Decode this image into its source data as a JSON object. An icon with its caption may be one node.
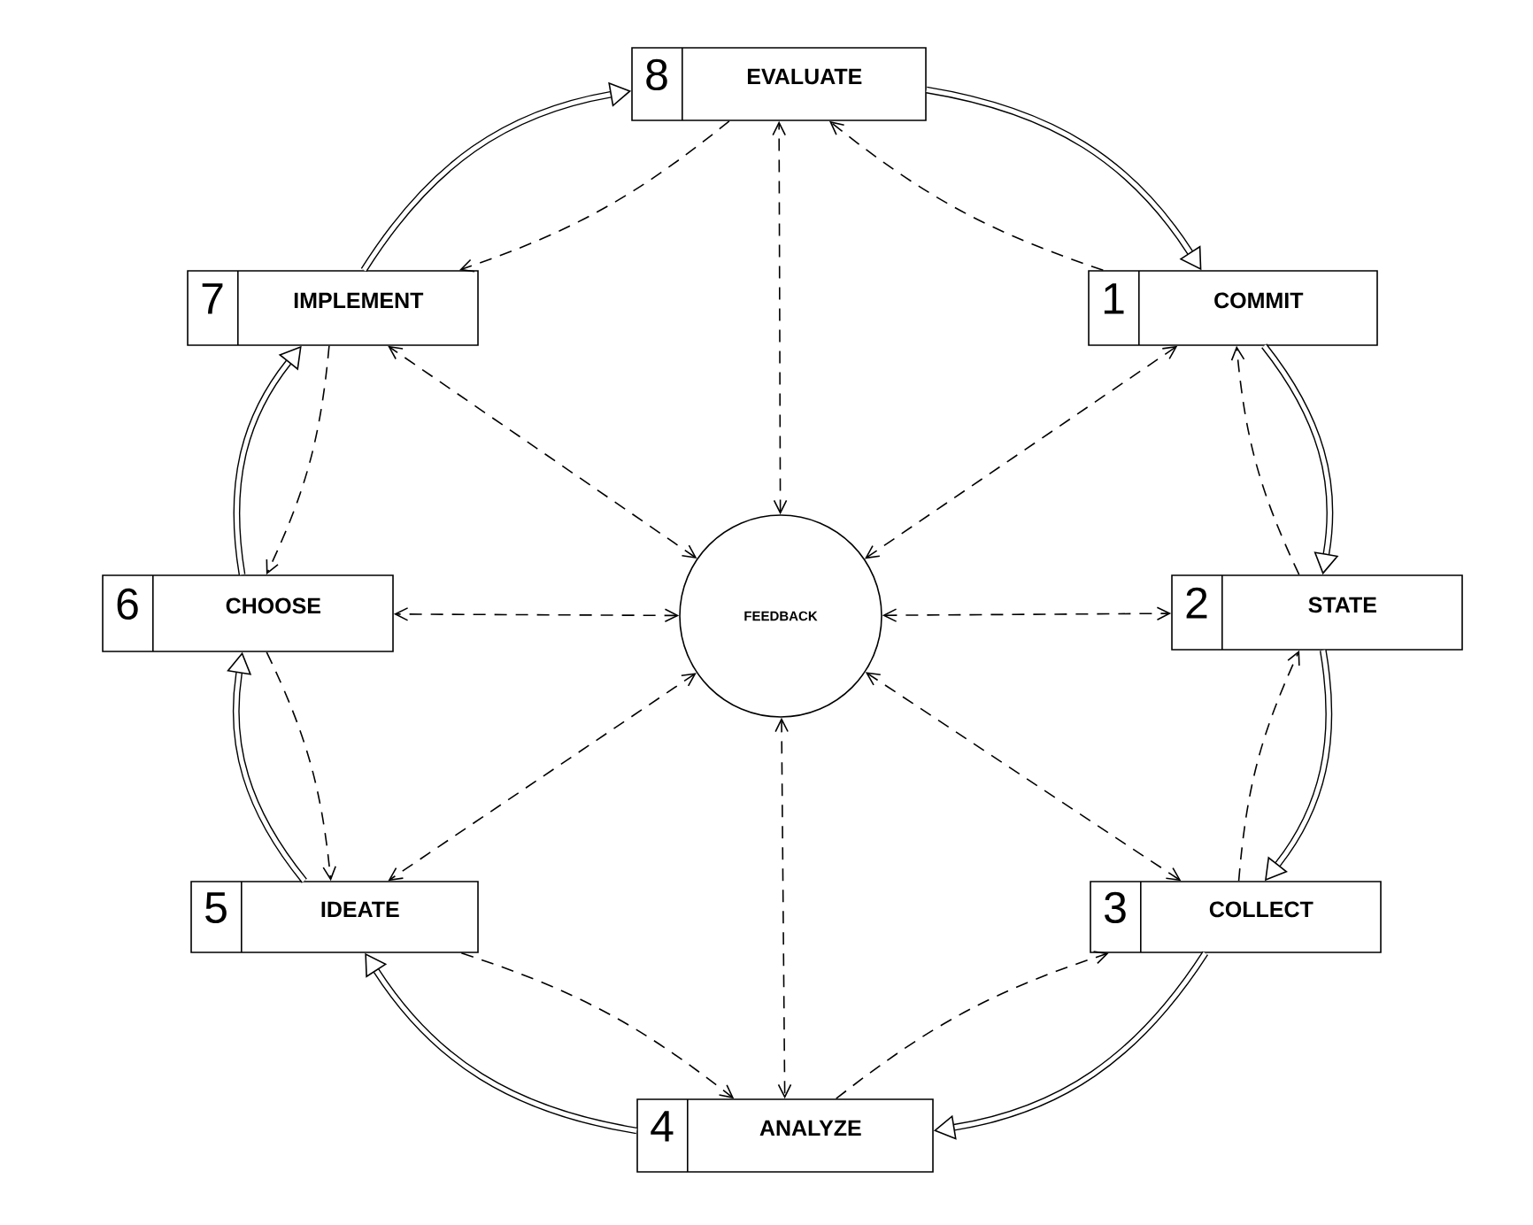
{
  "diagram": {
    "nodes": [
      {
        "text": [
          "1",
          "COMMIT"
        ]
      },
      {
        "text": [
          "2",
          "STATE"
        ]
      },
      {
        "text": [
          "3",
          "COLLECT"
        ]
      },
      {
        "text": [
          "4",
          "ANALYZE"
        ]
      },
      {
        "text": [
          "5",
          "IDEATE"
        ]
      },
      {
        "text": [
          "6",
          "CHOOSE"
        ]
      },
      {
        "text": [
          "7",
          "IMPLEMENT"
        ]
      },
      {
        "text": [
          "8",
          "EVALUATE"
        ]
      },
      {
        "text": [
          "FEEDBACK"
        ]
      }
    ],
    "edges": [
      {
        "from": 7,
        "to": 0,
        "arrow": "to",
        "style": "thick"
      },
      {
        "from": 0,
        "to": 1,
        "arrow": "to",
        "style": "thick"
      },
      {
        "from": 1,
        "to": 2,
        "arrow": "to",
        "style": "thick"
      },
      {
        "from": 2,
        "to": 3,
        "arrow": "to",
        "style": "thick"
      },
      {
        "from": 3,
        "to": 4,
        "arrow": "to",
        "style": "thick"
      },
      {
        "from": 4,
        "to": 5,
        "arrow": "to",
        "style": "thick"
      },
      {
        "from": 5,
        "to": 6,
        "arrow": "to",
        "style": "thick"
      },
      {
        "from": 6,
        "to": 7,
        "arrow": "to",
        "style": "thick"
      },
      {
        "from": 0,
        "to": 7,
        "arrow": "to",
        "style": "dashed"
      },
      {
        "from": 1,
        "to": 0,
        "arrow": "to",
        "style": "dashed"
      },
      {
        "from": 2,
        "to": 1,
        "arrow": "to",
        "style": "dashed"
      },
      {
        "from": 3,
        "to": 2,
        "arrow": "to",
        "style": "dashed"
      },
      {
        "from": 4,
        "to": 3,
        "arrow": "to",
        "style": "dashed"
      },
      {
        "from": 5,
        "to": 4,
        "arrow": "to",
        "style": "dashed"
      },
      {
        "from": 6,
        "to": 5,
        "arrow": "to",
        "style": "dashed"
      },
      {
        "from": 7,
        "to": 6,
        "arrow": "to",
        "style": "dashed"
      },
      {
        "from": 8,
        "to": 0,
        "arrow": "both",
        "style": "dashed"
      },
      {
        "from": 8,
        "to": 1,
        "arrow": "both",
        "style": "dashed"
      },
      {
        "from": 8,
        "to": 2,
        "arrow": "both",
        "style": "dashed"
      },
      {
        "from": 8,
        "to": 3,
        "arrow": "both",
        "style": "dashed"
      },
      {
        "from": 8,
        "to": 4,
        "arrow": "both",
        "style": "dashed"
      },
      {
        "from": 8,
        "to": 5,
        "arrow": "both",
        "style": "dashed"
      },
      {
        "from": 8,
        "to": 6,
        "arrow": "both",
        "style": "dashed"
      },
      {
        "from": 8,
        "to": 7,
        "arrow": "both",
        "style": "dashed"
      }
    ]
  }
}
